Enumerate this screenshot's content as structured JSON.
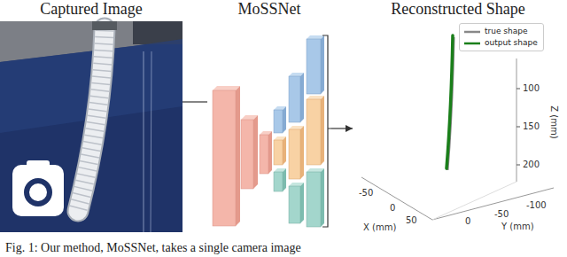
{
  "diagram": {
    "caption": "Fig. 1: Our method, MoSSNet, takes a single camera image",
    "nodes": [
      {
        "text": [
          "Captured Image"
        ]
      },
      {
        "text": [
          "MoSSNet"
        ]
      },
      {
        "text": [
          "Reconstructed Shape"
        ]
      }
    ],
    "edges": [
      {
        "from": 0,
        "to": 1,
        "arrow": "none"
      },
      {
        "from": 1,
        "to": 2,
        "arrow": "to"
      }
    ],
    "labels": [
      "100",
      "150",
      "200",
      "Z (mm)",
      "-50",
      "0",
      "50",
      "X (mm)",
      "0",
      "-50",
      "-100",
      "Y (mm)"
    ],
    "legend": [
      {
        "text": "true shape"
      },
      {
        "text": "output shape"
      }
    ]
  }
}
